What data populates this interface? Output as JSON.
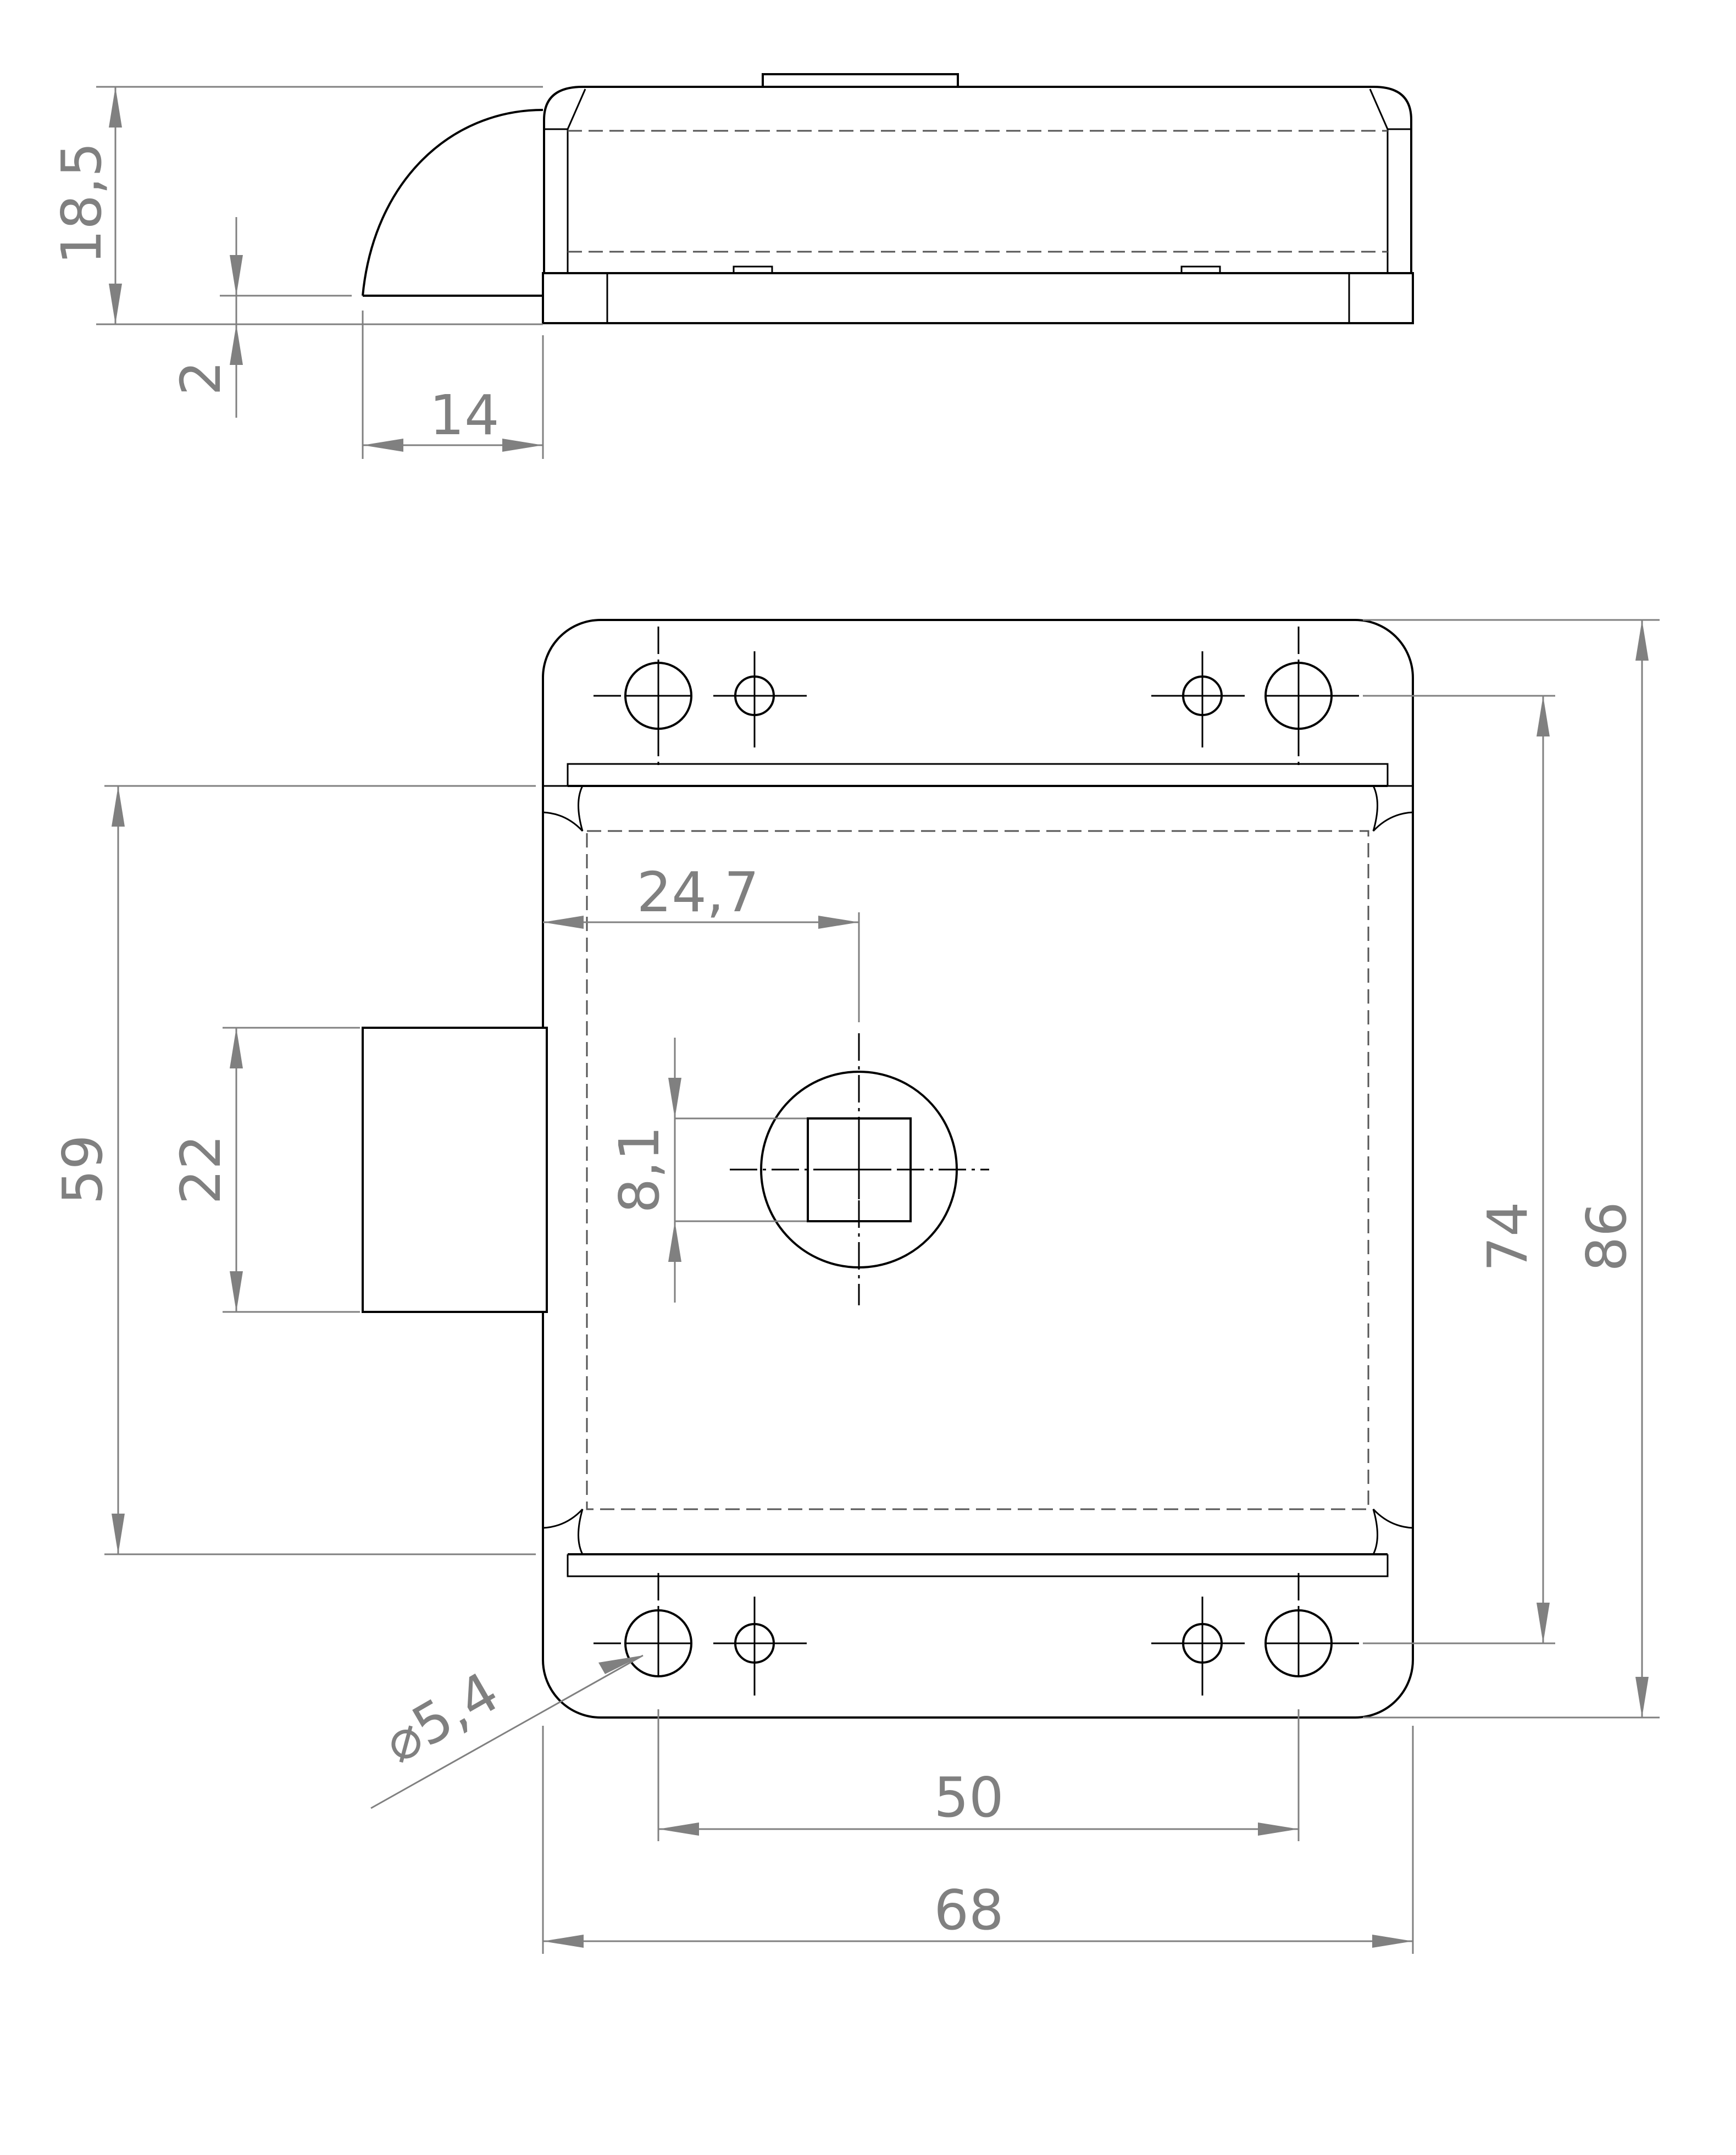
{
  "views": {
    "side": {
      "dimensions": {
        "height_total": "18,5",
        "base_thickness": "2",
        "bolt_projection": "14"
      }
    },
    "front": {
      "dimensions": {
        "follower_offset": "24,7",
        "follower_square": "8,1",
        "bolt_height": "22",
        "case_height": "59",
        "hole_spacing_vertical": "74",
        "overall_height": "86",
        "hole_spacing_horizontal": "50",
        "overall_width": "68",
        "hole_diameter": "⌀5,4"
      }
    }
  }
}
